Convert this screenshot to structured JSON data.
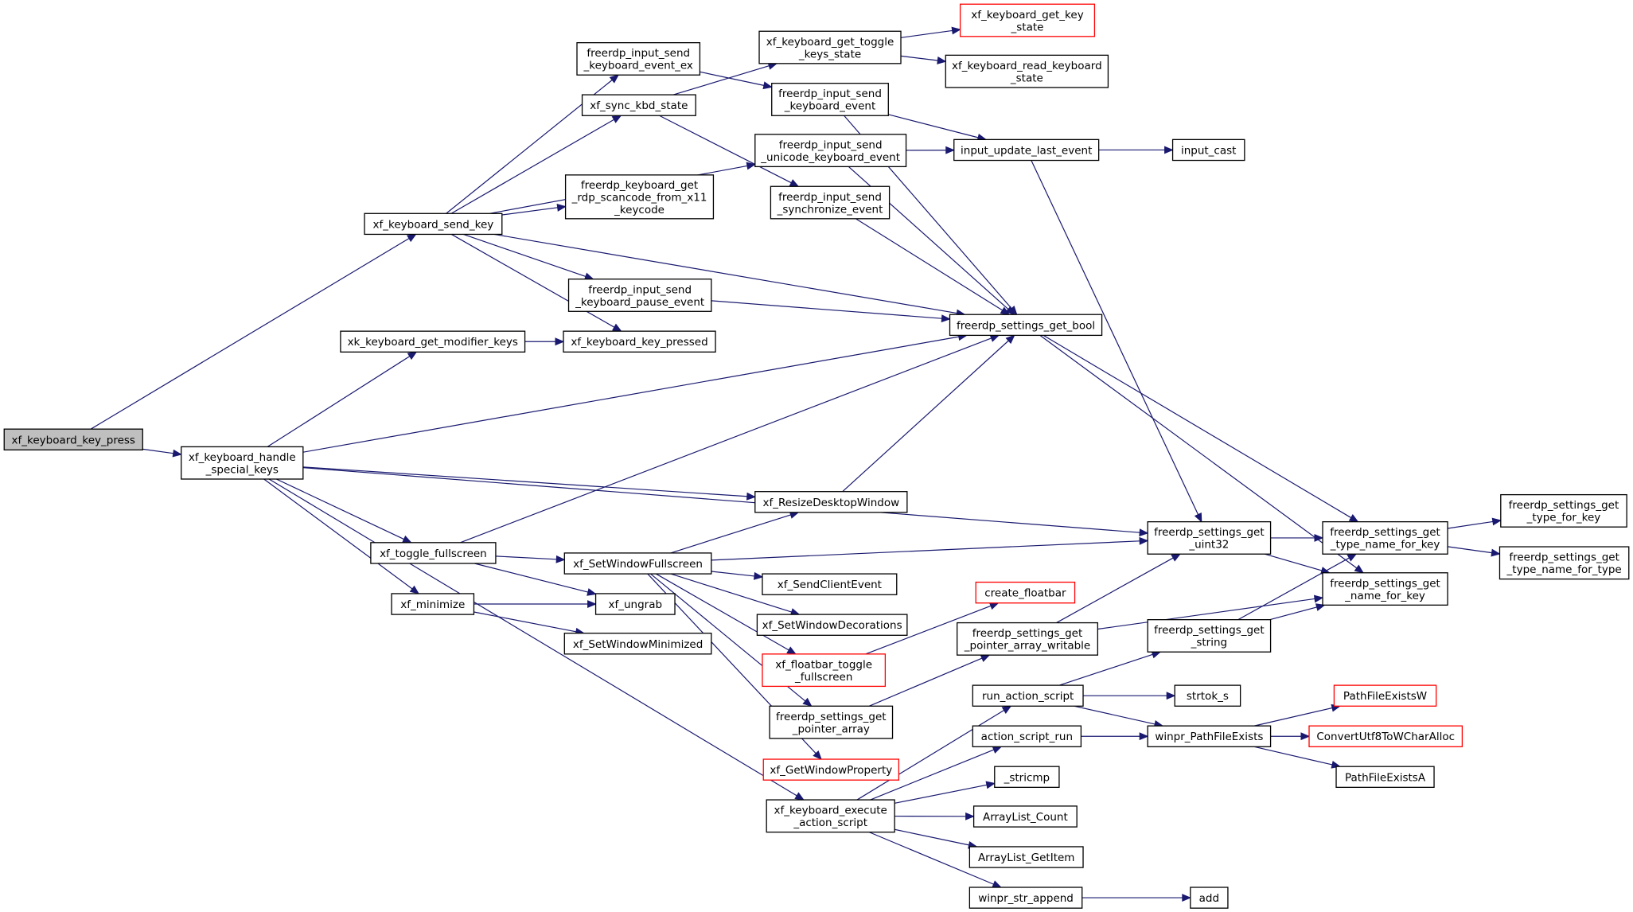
{
  "colors": {
    "edge": "#191970",
    "node_border": "#000000",
    "incomplete_border": "#ff0000",
    "root_fill": "#bfbfbf",
    "node_fill": "#ffffff"
  },
  "nodes": [
    {
      "id": "key_press",
      "label": [
        "xf_keyboard_key_press"
      ],
      "root": true
    },
    {
      "id": "send_key",
      "label": [
        "xf_keyboard_send_key"
      ]
    },
    {
      "id": "handle_special",
      "label": [
        "xf_keyboard_handle",
        "_special_keys"
      ]
    },
    {
      "id": "send_kbd_ex",
      "label": [
        "freerdp_input_send",
        "_keyboard_event_ex"
      ]
    },
    {
      "id": "sync_kbd",
      "label": [
        "xf_sync_kbd_state"
      ]
    },
    {
      "id": "get_rdp_scancode",
      "label": [
        "freerdp_keyboard_get",
        "_rdp_scancode_from_x11",
        "_keycode"
      ]
    },
    {
      "id": "send_pause",
      "label": [
        "freerdp_input_send",
        "_keyboard_pause_event"
      ]
    },
    {
      "id": "key_pressed",
      "label": [
        "xf_keyboard_key_pressed"
      ]
    },
    {
      "id": "get_modifier",
      "label": [
        "xk_keyboard_get_modifier_keys"
      ]
    },
    {
      "id": "toggle_fs",
      "label": [
        "xf_toggle_fullscreen"
      ]
    },
    {
      "id": "minimize",
      "label": [
        "xf_minimize"
      ]
    },
    {
      "id": "exec_action",
      "label": [
        "xf_keyboard_execute",
        "_action_script"
      ]
    },
    {
      "id": "get_toggle",
      "label": [
        "xf_keyboard_get_toggle",
        "_keys_state"
      ]
    },
    {
      "id": "send_kbd",
      "label": [
        "freerdp_input_send",
        "_keyboard_event"
      ]
    },
    {
      "id": "send_unicode",
      "label": [
        "freerdp_input_send",
        "_unicode_keyboard_event"
      ]
    },
    {
      "id": "send_sync",
      "label": [
        "freerdp_input_send",
        "_synchronize_event"
      ]
    },
    {
      "id": "get_key_state",
      "label": [
        "xf_keyboard_get_key",
        "_state"
      ],
      "incomplete": true
    },
    {
      "id": "read_kbd_state",
      "label": [
        "xf_keyboard_read_keyboard",
        "_state"
      ]
    },
    {
      "id": "update_last",
      "label": [
        "input_update_last_event"
      ]
    },
    {
      "id": "input_cast",
      "label": [
        "input_cast"
      ]
    },
    {
      "id": "get_bool",
      "label": [
        "freerdp_settings_get_bool"
      ]
    },
    {
      "id": "resize",
      "label": [
        "xf_ResizeDesktopWindow"
      ]
    },
    {
      "id": "set_fs",
      "label": [
        "xf_SetWindowFullscreen"
      ]
    },
    {
      "id": "ungrab",
      "label": [
        "xf_ungrab"
      ]
    },
    {
      "id": "set_min",
      "label": [
        "xf_SetWindowMinimized"
      ]
    },
    {
      "id": "send_client",
      "label": [
        "xf_SendClientEvent"
      ]
    },
    {
      "id": "set_deco",
      "label": [
        "xf_SetWindowDecorations"
      ]
    },
    {
      "id": "floatbar_toggle",
      "label": [
        "xf_floatbar_toggle",
        "_fullscreen"
      ],
      "incomplete": true
    },
    {
      "id": "get_ptr_array",
      "label": [
        "freerdp_settings_get",
        "_pointer_array"
      ]
    },
    {
      "id": "get_winprop",
      "label": [
        "xf_GetWindowProperty"
      ],
      "incomplete": true
    },
    {
      "id": "create_floatbar",
      "label": [
        "create_floatbar"
      ],
      "incomplete": true
    },
    {
      "id": "get_ptr_writable",
      "label": [
        "freerdp_settings_get",
        "_pointer_array_writable"
      ]
    },
    {
      "id": "get_uint32",
      "label": [
        "freerdp_settings_get",
        "_uint32"
      ]
    },
    {
      "id": "get_string",
      "label": [
        "freerdp_settings_get",
        "_string"
      ]
    },
    {
      "id": "type_name_for_key",
      "label": [
        "freerdp_settings_get",
        "_type_name_for_key"
      ]
    },
    {
      "id": "name_for_key",
      "label": [
        "freerdp_settings_get",
        "_name_for_key"
      ]
    },
    {
      "id": "type_for_key",
      "label": [
        "freerdp_settings_get",
        "_type_for_key"
      ]
    },
    {
      "id": "type_name_for_type",
      "label": [
        "freerdp_settings_get",
        "_type_name_for_type"
      ]
    },
    {
      "id": "run_action",
      "label": [
        "run_action_script"
      ]
    },
    {
      "id": "action_run",
      "label": [
        "action_script_run"
      ]
    },
    {
      "id": "stricmp",
      "label": [
        "_stricmp"
      ]
    },
    {
      "id": "al_count",
      "label": [
        "ArrayList_Count"
      ]
    },
    {
      "id": "al_getitem",
      "label": [
        "ArrayList_GetItem"
      ]
    },
    {
      "id": "str_append",
      "label": [
        "winpr_str_append"
      ]
    },
    {
      "id": "strtok",
      "label": [
        "strtok_s"
      ]
    },
    {
      "id": "path_exists",
      "label": [
        "winpr_PathFileExists"
      ]
    },
    {
      "id": "add",
      "label": [
        "add"
      ]
    },
    {
      "id": "pfe_w",
      "label": [
        "PathFileExistsW"
      ],
      "incomplete": true
    },
    {
      "id": "utf8_to_wchar",
      "label": [
        "ConvertUtf8ToWCharAlloc"
      ],
      "incomplete": true
    },
    {
      "id": "pfe_a",
      "label": [
        "PathFileExistsA"
      ]
    }
  ],
  "edges": [
    [
      "key_press",
      "send_key"
    ],
    [
      "key_press",
      "handle_special"
    ],
    [
      "send_key",
      "send_kbd_ex"
    ],
    [
      "send_key",
      "sync_kbd"
    ],
    [
      "send_key",
      "send_unicode"
    ],
    [
      "send_key",
      "get_rdp_scancode"
    ],
    [
      "send_key",
      "get_bool"
    ],
    [
      "send_key",
      "send_pause"
    ],
    [
      "send_key",
      "key_pressed"
    ],
    [
      "handle_special",
      "get_modifier"
    ],
    [
      "handle_special",
      "get_bool"
    ],
    [
      "handle_special",
      "get_uint32"
    ],
    [
      "handle_special",
      "resize"
    ],
    [
      "handle_special",
      "toggle_fs"
    ],
    [
      "handle_special",
      "minimize"
    ],
    [
      "handle_special",
      "exec_action"
    ],
    [
      "send_kbd_ex",
      "send_kbd"
    ],
    [
      "sync_kbd",
      "get_toggle"
    ],
    [
      "sync_kbd",
      "send_sync"
    ],
    [
      "get_toggle",
      "get_key_state"
    ],
    [
      "get_toggle",
      "read_kbd_state"
    ],
    [
      "send_kbd",
      "update_last"
    ],
    [
      "send_kbd",
      "get_bool"
    ],
    [
      "send_unicode",
      "update_last"
    ],
    [
      "send_unicode",
      "get_bool"
    ],
    [
      "send_sync",
      "get_bool"
    ],
    [
      "send_pause",
      "get_bool"
    ],
    [
      "get_modifier",
      "key_pressed"
    ],
    [
      "update_last",
      "input_cast"
    ],
    [
      "update_last",
      "get_uint32"
    ],
    [
      "get_bool",
      "type_name_for_key"
    ],
    [
      "get_bool",
      "name_for_key"
    ],
    [
      "toggle_fs",
      "get_bool"
    ],
    [
      "toggle_fs",
      "set_fs"
    ],
    [
      "toggle_fs",
      "ungrab"
    ],
    [
      "minimize",
      "ungrab"
    ],
    [
      "minimize",
      "set_min"
    ],
    [
      "resize",
      "get_bool"
    ],
    [
      "set_fs",
      "resize"
    ],
    [
      "set_fs",
      "get_uint32"
    ],
    [
      "set_fs",
      "send_client"
    ],
    [
      "set_fs",
      "set_deco"
    ],
    [
      "set_fs",
      "floatbar_toggle"
    ],
    [
      "set_fs",
      "get_ptr_array"
    ],
    [
      "set_fs",
      "get_winprop"
    ],
    [
      "floatbar_toggle",
      "create_floatbar"
    ],
    [
      "get_ptr_array",
      "get_ptr_writable"
    ],
    [
      "get_ptr_writable",
      "get_uint32"
    ],
    [
      "get_ptr_writable",
      "name_for_key"
    ],
    [
      "get_uint32",
      "type_name_for_key"
    ],
    [
      "get_uint32",
      "name_for_key"
    ],
    [
      "get_string",
      "type_name_for_key"
    ],
    [
      "get_string",
      "name_for_key"
    ],
    [
      "type_name_for_key",
      "type_for_key"
    ],
    [
      "type_name_for_key",
      "type_name_for_type"
    ],
    [
      "exec_action",
      "run_action"
    ],
    [
      "exec_action",
      "action_run"
    ],
    [
      "exec_action",
      "stricmp"
    ],
    [
      "exec_action",
      "al_count"
    ],
    [
      "exec_action",
      "al_getitem"
    ],
    [
      "exec_action",
      "str_append"
    ],
    [
      "run_action",
      "get_string"
    ],
    [
      "run_action",
      "strtok"
    ],
    [
      "run_action",
      "path_exists"
    ],
    [
      "action_run",
      "path_exists"
    ],
    [
      "str_append",
      "add"
    ],
    [
      "path_exists",
      "pfe_w"
    ],
    [
      "path_exists",
      "utf8_to_wchar"
    ],
    [
      "path_exists",
      "pfe_a"
    ]
  ]
}
